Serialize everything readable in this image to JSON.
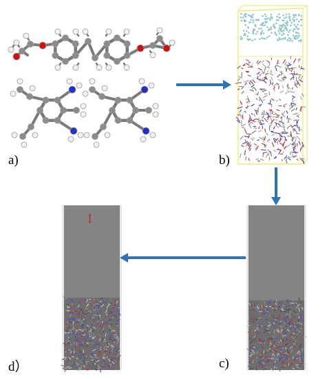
{
  "panels": {
    "a": {
      "label": "a)"
    },
    "b": {
      "label": "b)"
    },
    "c": {
      "label": "c)"
    },
    "d": {
      "label": "d）"
    }
  },
  "colors": {
    "carbon": "#8c8c8c",
    "hydrogen": "#f2f2f2",
    "oxygen": "#d01010",
    "nitrogen": "#1f2fc8",
    "box_edge": "#e8e860",
    "arrow": "#2e74b5",
    "slab": "#848484",
    "membrane": "#6e6e6e"
  }
}
